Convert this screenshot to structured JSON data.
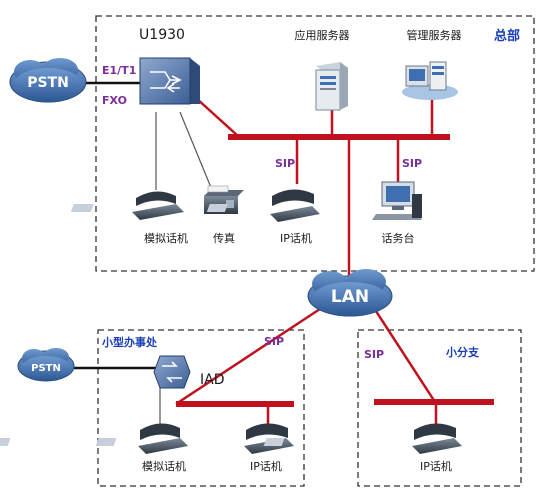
{
  "headquarters": {
    "title": "总部",
    "device_name": "U1930",
    "trunk_label": "E1/T1",
    "fxo_label": "FXO",
    "app_server_label": "应用服务器",
    "mgmt_server_label": "管理服务器",
    "sip_left": "SIP",
    "sip_right": "SIP",
    "analog_phone_label": "模拟话机",
    "fax_label": "传真",
    "ip_phone_label": "IP话机",
    "console_label": "话务台"
  },
  "pstn_top": "PSTN",
  "lan_label": "LAN",
  "small_office": {
    "title": "小型办事处",
    "pstn": "PSTN",
    "iad_label": "IAD",
    "sip_label": "SIP",
    "analog_phone_label": "模拟话机",
    "ip_phone_label": "IP话机"
  },
  "small_branch": {
    "title": "小分支",
    "sip_label": "SIP",
    "ip_phone_label": "IP话机"
  },
  "colors": {
    "bus_red": "#c0121e",
    "cloud_blue": "#3a6aa8",
    "device_blue": "#3c5f95",
    "label_purple": "#7b2f9a",
    "title_blue": "#1a3fb8"
  }
}
